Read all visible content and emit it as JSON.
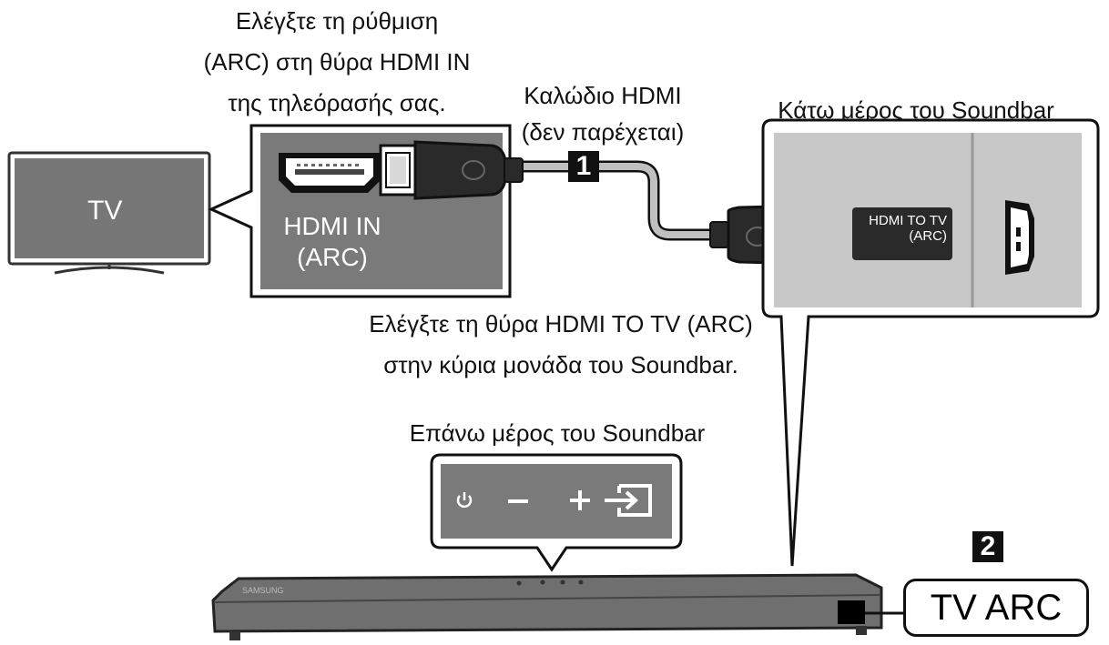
{
  "captions": {
    "tv_arc_check_line1": "Ελέγξτε τη ρύθμιση",
    "tv_arc_check_line2": "(ARC) στη θύρα HDMI IN",
    "tv_arc_check_line3": "της τηλεόρασής σας.",
    "hdmi_cable_line1": "Καλώδιο HDMI",
    "hdmi_cable_line2": "(δεν παρέχεται)",
    "soundbar_bottom": "Κάτω μέρος του Soundbar",
    "soundbar_port_check_line1": "Ελέγξτε τη θύρα HDMI TO TV (ARC)",
    "soundbar_port_check_line2": "στην κύρια μονάδα του Soundbar.",
    "soundbar_top": "Επάνω μέρος του Soundbar"
  },
  "tv": {
    "label": "TV"
  },
  "tv_port": {
    "line1": "HDMI IN",
    "line2": "(ARC)"
  },
  "soundbar_port": {
    "line1": "HDMI TO TV",
    "line2": "(ARC)"
  },
  "soundbar_brand": "SAMSUNG",
  "steps": {
    "one": "1",
    "two": "2"
  },
  "display": {
    "mode": "TV ARC"
  },
  "buttons": [
    "power-icon",
    "volume-down-icon",
    "volume-up-icon",
    "source-icon"
  ],
  "colors": {
    "panel_dark": "#7a7a7a",
    "panel_light": "#c8c8c8",
    "cable": "#b0b0b0",
    "ink": "#111111"
  }
}
